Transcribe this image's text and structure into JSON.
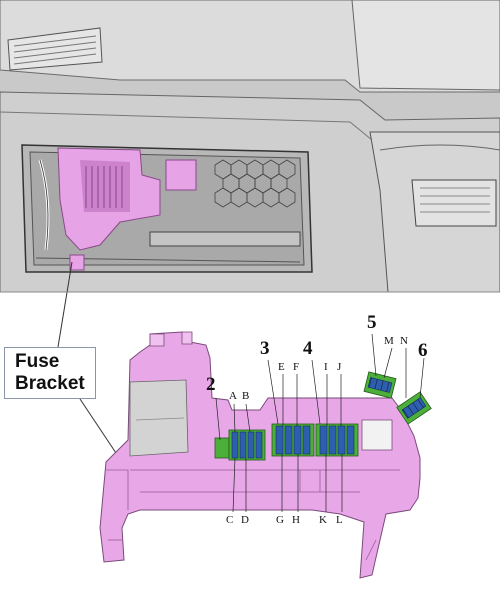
{
  "callout": {
    "line1": "Fuse",
    "line2": "Bracket"
  },
  "fuse_blocks": [
    {
      "number": "2",
      "top_letters": [
        "A",
        "B"
      ],
      "bottom_letters": [
        "C",
        "D"
      ]
    },
    {
      "number": "3",
      "top_letters": [
        "E",
        "F"
      ],
      "bottom_letters": [
        "G",
        "H"
      ]
    },
    {
      "number": "4",
      "top_letters": [
        "I",
        "J"
      ],
      "bottom_letters": [
        "K",
        "L"
      ]
    },
    {
      "number": "5",
      "top_letters": [
        "M"
      ],
      "bottom_letters": []
    },
    {
      "number": "6",
      "top_letters": [
        "N"
      ],
      "bottom_letters": []
    }
  ],
  "colors": {
    "bracket": "#e8a8e8",
    "bracket_edge": "#7a4a7a",
    "fuse_green": "#4caf3a",
    "fuse_blue": "#2e5fae",
    "dashboard_gray": "#d8d8d8"
  }
}
